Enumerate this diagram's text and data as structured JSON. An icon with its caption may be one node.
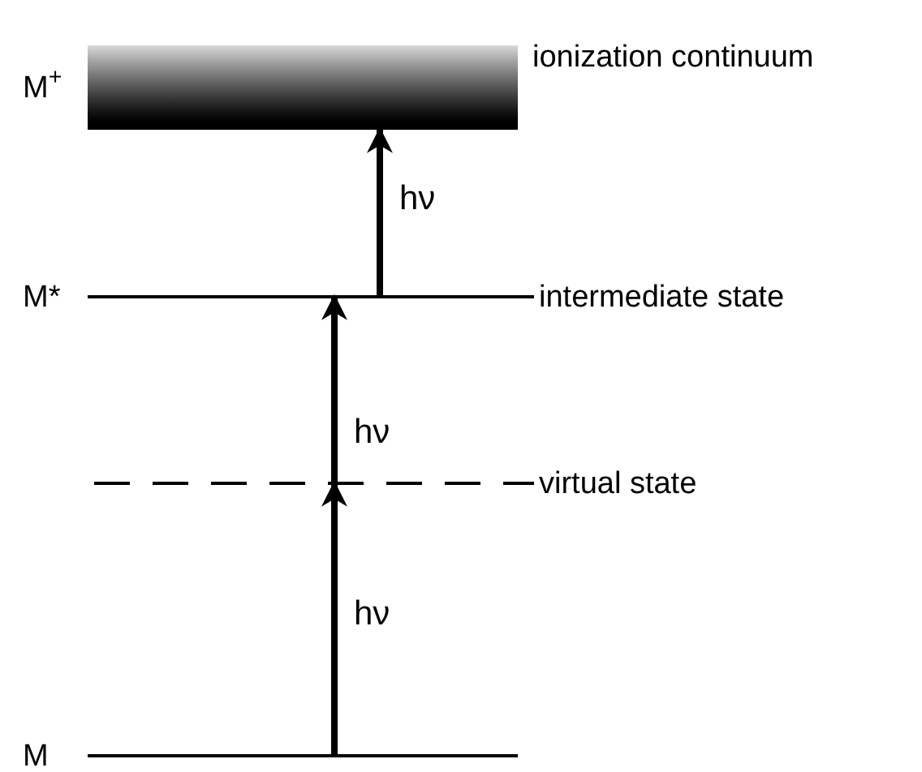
{
  "diagram": {
    "nodes": [
      {
        "text": [
          "M$^{+}$",
          "ionization continuum"
        ]
      },
      {
        "text": [
          "M*",
          "intermediate state"
        ]
      },
      {
        "text": [
          "virtual state"
        ]
      },
      {
        "text": [
          "M"
        ]
      }
    ],
    "edges": [
      {
        "from": 3,
        "to": 2,
        "arrow": "to",
        "label": "hν"
      },
      {
        "from": 2,
        "to": 1,
        "arrow": "to",
        "label": "hν"
      },
      {
        "from": 1,
        "to": 0,
        "arrow": "to",
        "label": "hν"
      }
    ]
  }
}
